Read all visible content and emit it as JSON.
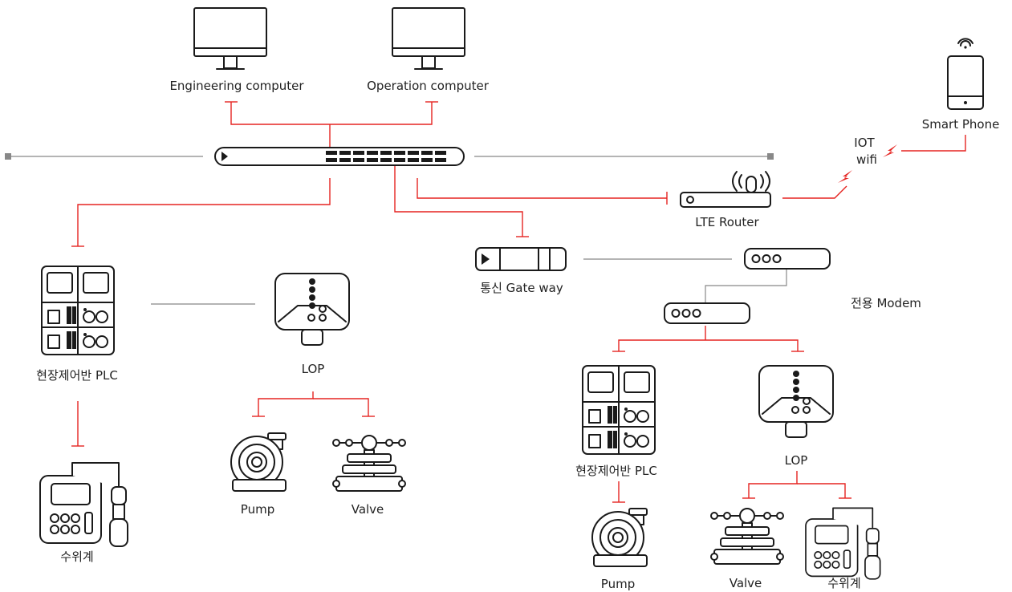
{
  "labels": {
    "engineering_computer": "Engineering computer",
    "operation_computer": "Operation computer",
    "smart_phone": "Smart Phone",
    "iot": "IOT",
    "wifi": "wifi",
    "lte_router": "LTE Router",
    "gateway": "통신 Gate way",
    "modem": "전용 Modem",
    "plc_left": "현장제어반 PLC",
    "lop_left": "LOP",
    "pump_left": "Pump",
    "valve_left": "Valve",
    "level_left": "수위계",
    "plc_right": "현장제어반 PLC",
    "lop_right": "LOP",
    "pump_right": "Pump",
    "valve_right": "Valve",
    "level_right": "수위계"
  },
  "colors": {
    "connection": "#e52421",
    "link": "#888888",
    "icon_stroke": "#1a1a1a"
  },
  "icons": {
    "computer": "monitor-icon",
    "switch": "network-switch-icon",
    "router": "router-icon",
    "phone": "smartphone-icon",
    "gateway": "gateway-icon",
    "modem": "modem-icon",
    "plc": "control-panel-icon",
    "lop": "local-operation-panel-icon",
    "pump": "pump-icon",
    "valve": "valve-icon",
    "level": "level-meter-icon"
  }
}
